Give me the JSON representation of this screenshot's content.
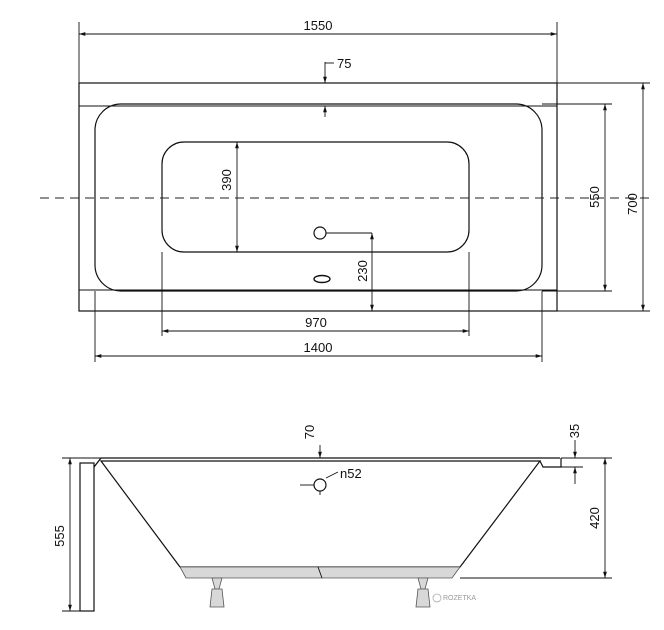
{
  "top_view": {
    "dim_overall_length": "1550",
    "dim_rim": "75",
    "dim_overall_width": "700",
    "dim_inner_width": "550",
    "dim_bottom_width": "390",
    "dim_drain_offset": "230",
    "dim_bottom_length": "970",
    "dim_inner_length": "1400"
  },
  "side_view": {
    "dim_height": "555",
    "dim_overflow_offset": "70",
    "dim_drain_diameter": "n52",
    "dim_rim_thickness": "35",
    "dim_depth": "420"
  },
  "watermark": {
    "brand": "ROZETKA"
  }
}
